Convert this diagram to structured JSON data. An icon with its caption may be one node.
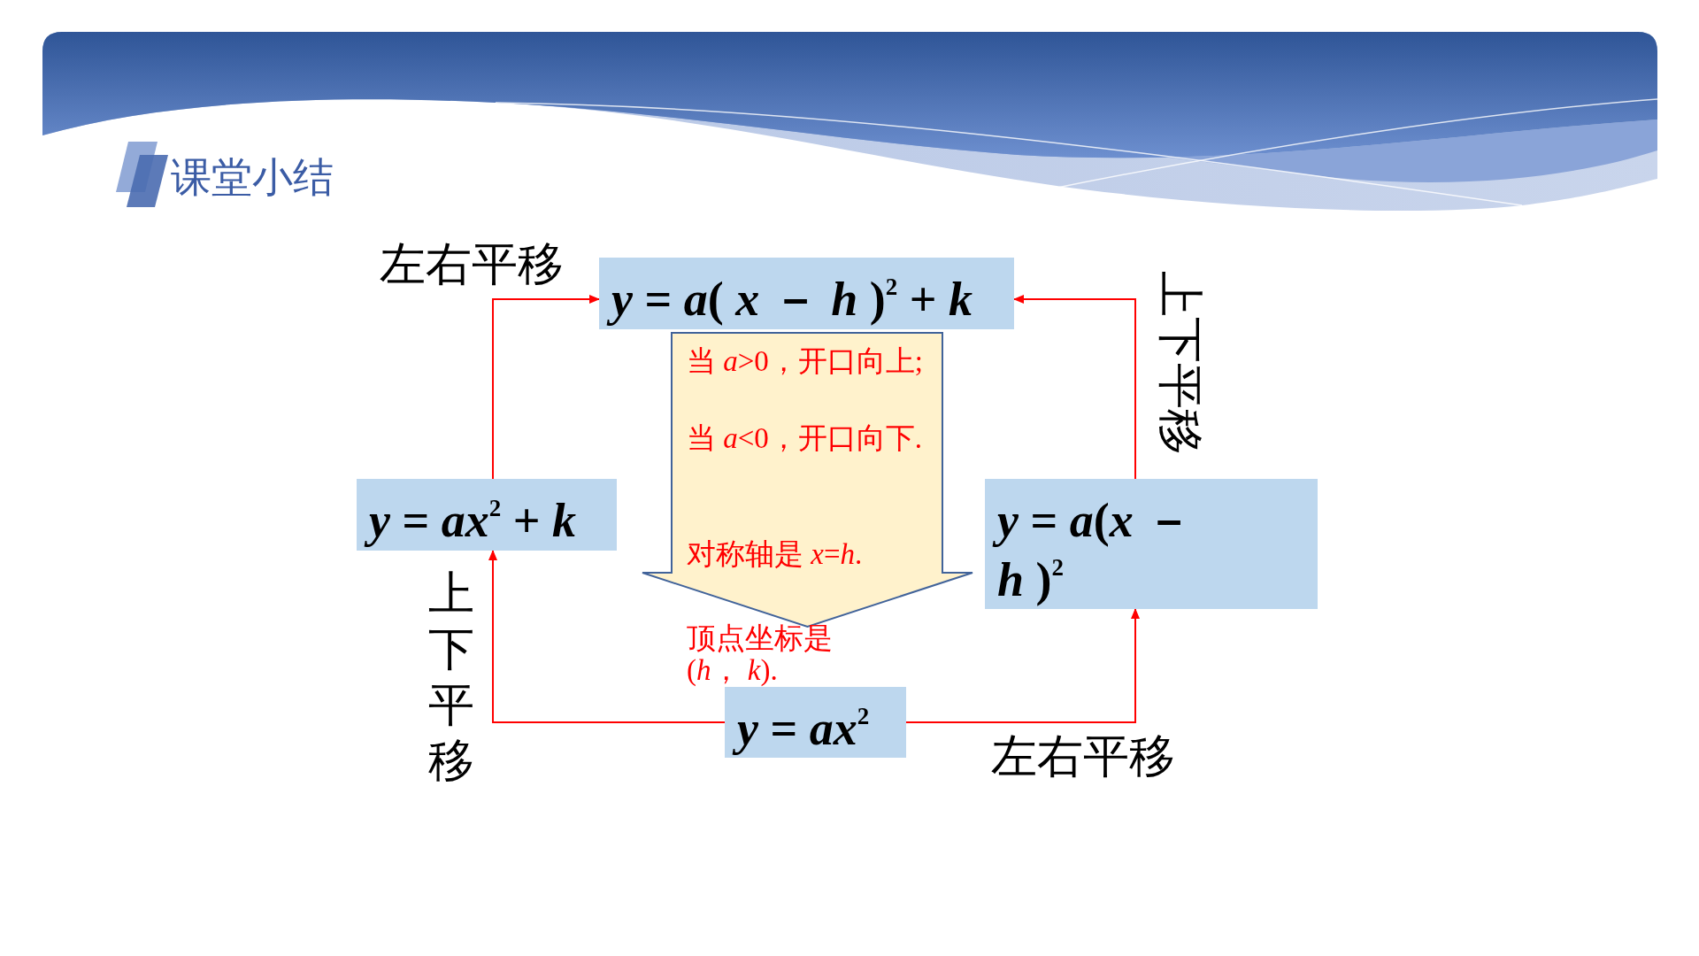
{
  "diagram": {
    "title": "课堂小结",
    "nodes": [
      {
        "text": [
          "*y* = *a*( *x* － *h* )$^{2}$ + *k*"
        ]
      },
      {
        "text": [
          "*y* = *ax*$^{2}$ + *k*"
        ]
      },
      {
        "text": [
          "*y* = *a*(*x* － *h* )$^{2}$"
        ]
      },
      {
        "text": [
          "*y* = *ax*$^{2}$"
        ]
      },
      {
        "text": [
          "当 *a*>0，开口向上;",
          "当 *a*<0，开口向下.",
          "对称轴是 *x*=*h*.",
          "顶点坐标是(*h*， *k*)."
        ]
      }
    ],
    "edges": [
      {
        "from": 1,
        "to": 0,
        "arrow": "to",
        "label": "左右平移"
      },
      {
        "from": 2,
        "to": 0,
        "arrow": "to",
        "label": "上下平移"
      },
      {
        "from": 3,
        "to": 1,
        "arrow": "to",
        "label": "上下平移"
      },
      {
        "from": 3,
        "to": 2,
        "arrow": "to",
        "label": "左右平移"
      },
      {
        "from": 0,
        "to": 3,
        "arrow": "to"
      }
    ]
  }
}
